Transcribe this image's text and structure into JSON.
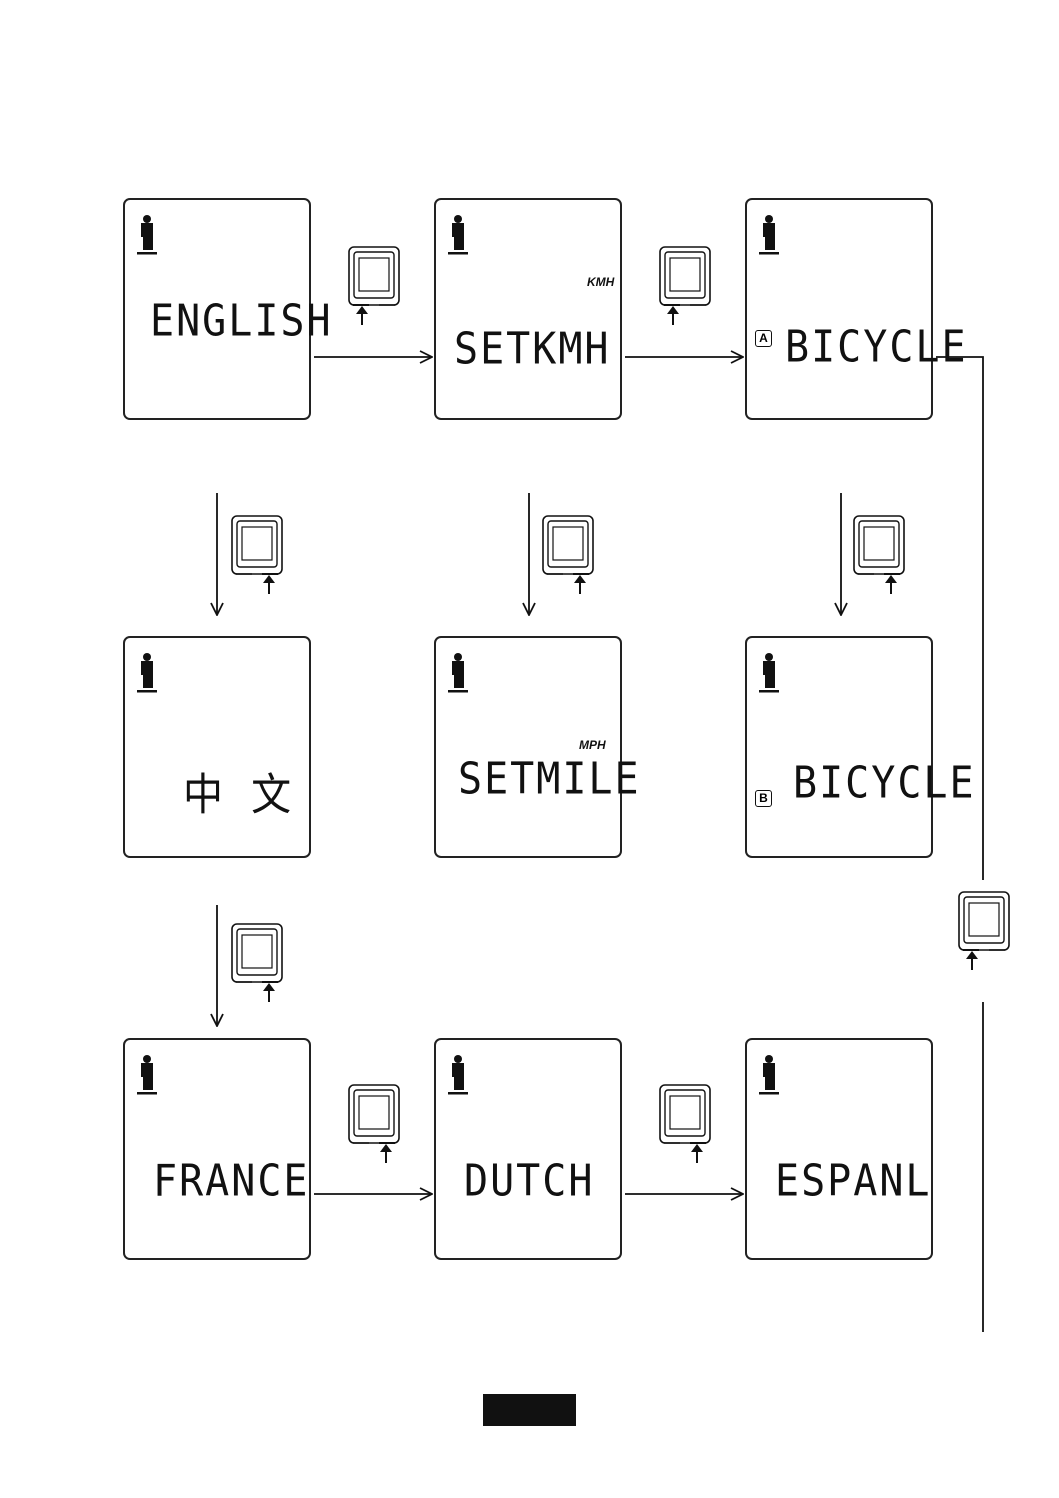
{
  "screens": {
    "english": {
      "text": "ENGLISH"
    },
    "setkmh": {
      "text": "SETKMH",
      "unit": "KMH"
    },
    "bicycle_a": {
      "text": "BICYCLE",
      "badge": "A"
    },
    "chinese": {
      "text": "中 文"
    },
    "setmile": {
      "text": "SETMILE",
      "unit": "MPH"
    },
    "bicycle_b": {
      "text": "BICYCLE",
      "badge": "B"
    },
    "france": {
      "text": "FRANCE"
    },
    "dutch": {
      "text": "DUTCH"
    },
    "espanl": {
      "text": "ESPANL"
    }
  },
  "icons": {
    "rider": "cyclist-icon",
    "device": "bike-computer-button-icon"
  },
  "colors": {
    "ink": "#111111",
    "page_tab": "#111111"
  }
}
